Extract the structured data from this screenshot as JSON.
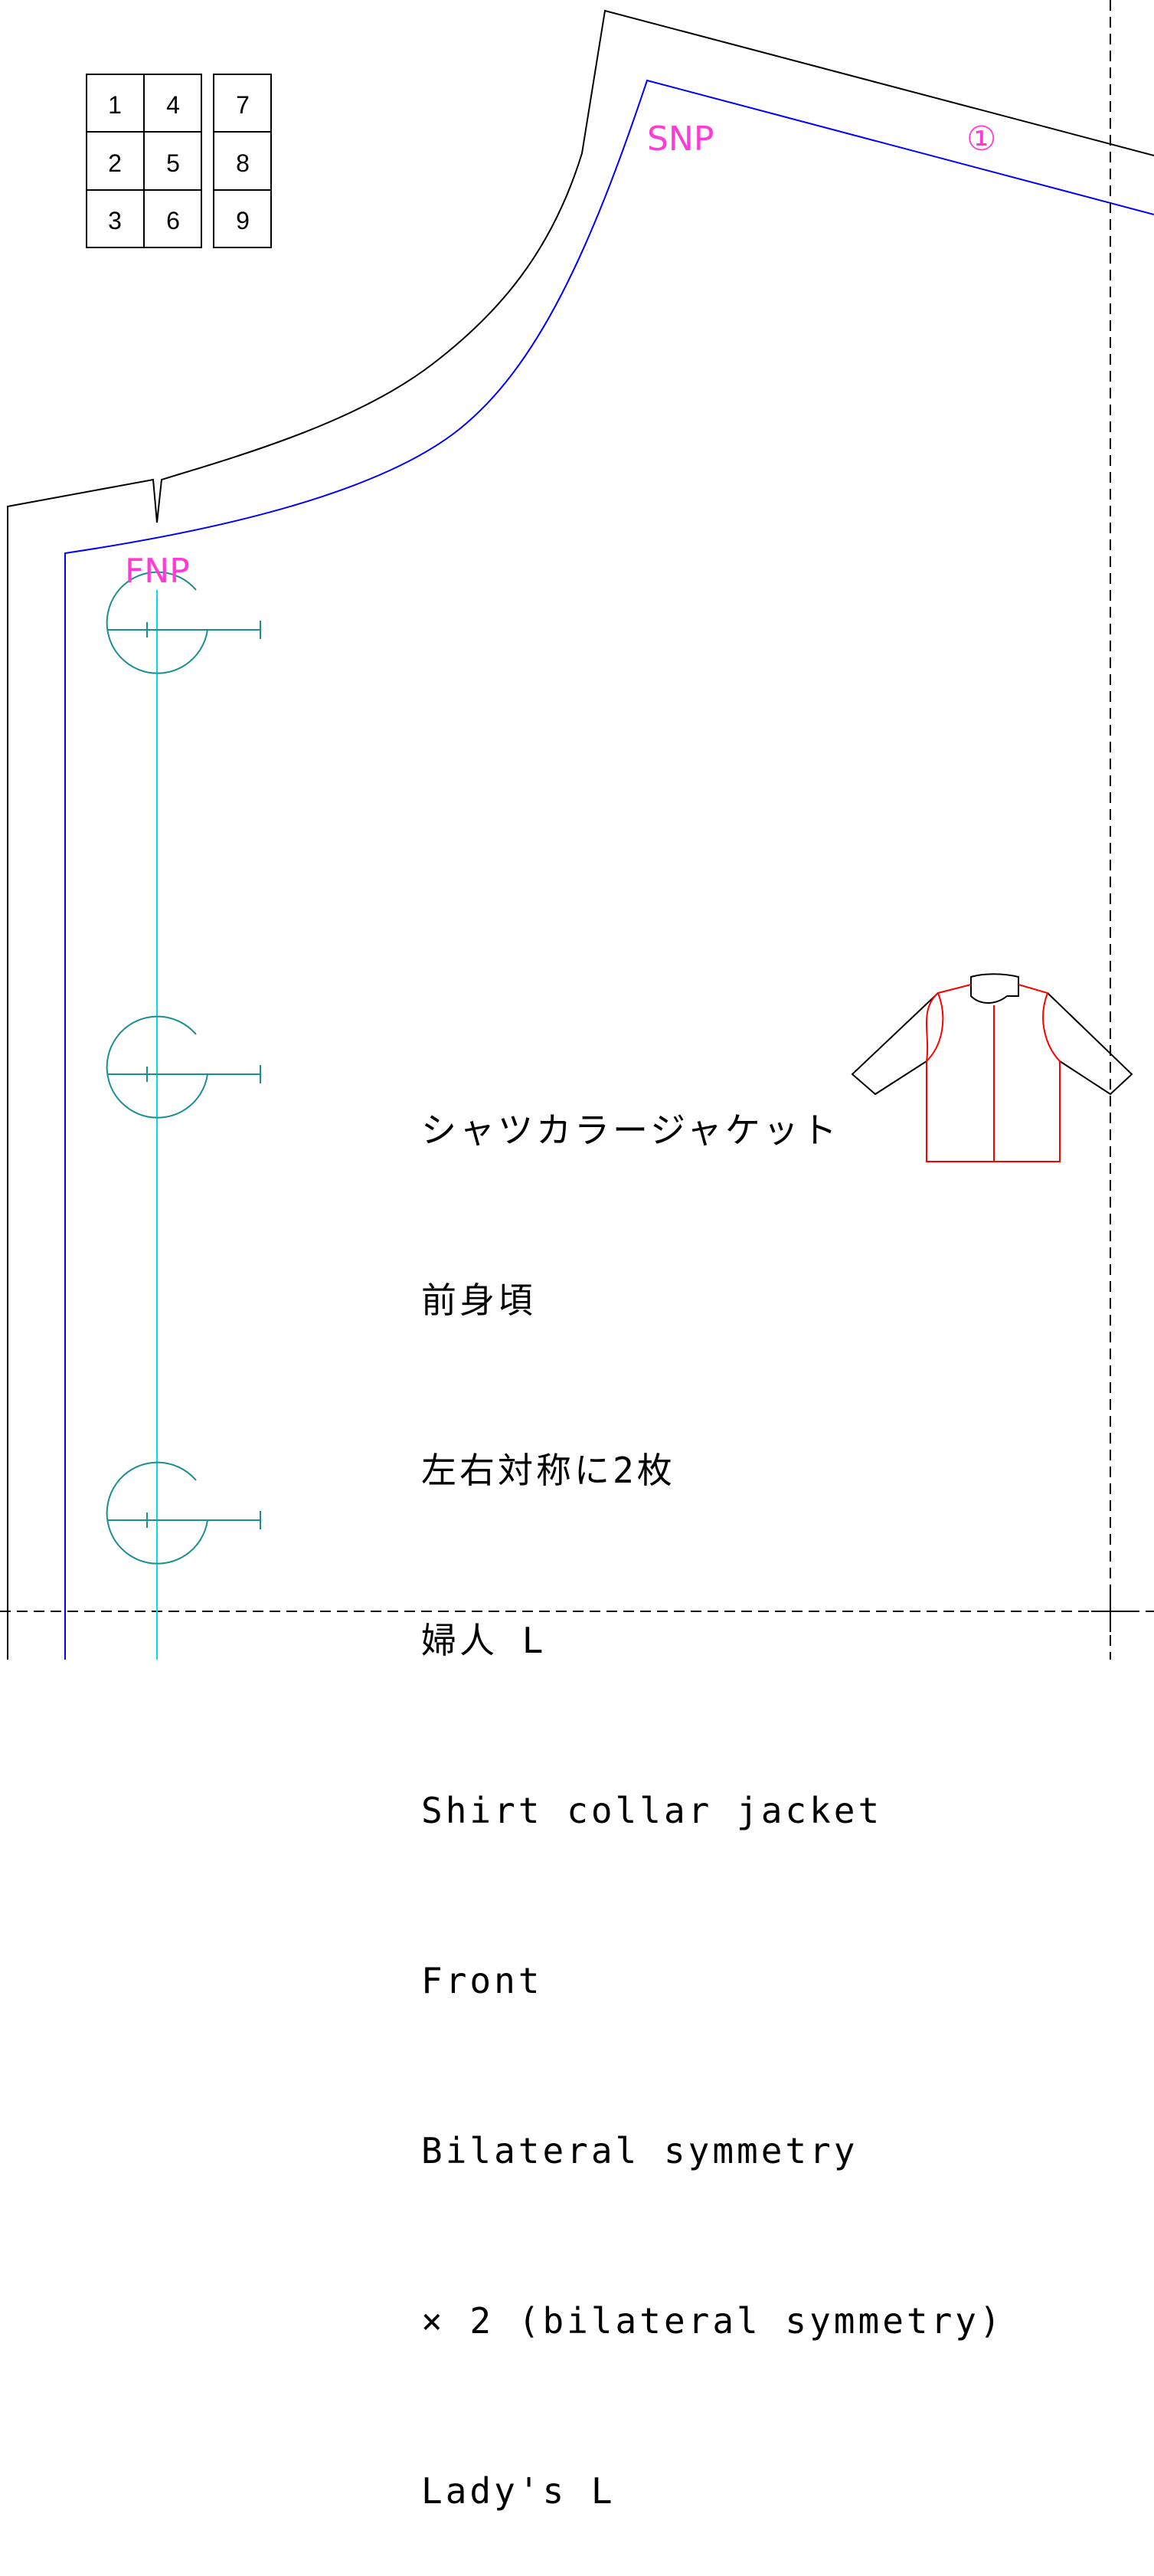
{
  "page_index": {
    "grid_left": [
      "1",
      "4",
      "2",
      "5",
      "3",
      "6"
    ],
    "grid_right": [
      "7",
      "8",
      "9"
    ]
  },
  "markers": {
    "snp": "SNP",
    "fnp": "FNP",
    "piece_number": "①"
  },
  "notes": {
    "jp_title": "シャツカラージャケット",
    "jp_part": "前身頃",
    "jp_cut": "左右対称に2枚",
    "jp_size": "婦人 L",
    "en_title": "Shirt collar jacket",
    "en_part": "Front",
    "en_cut1": "Bilateral symmetry",
    "en_cut2": "× 2 (bilateral symmetry)",
    "en_size": "Lady's L"
  },
  "colors": {
    "cut_line": "#000000",
    "seam_line": "#0000ff",
    "button_marks": "#1a8f8f",
    "center_front": "#00e0e0",
    "labels": "#ff3ad6",
    "sketch_highlight": "#ff0000"
  }
}
